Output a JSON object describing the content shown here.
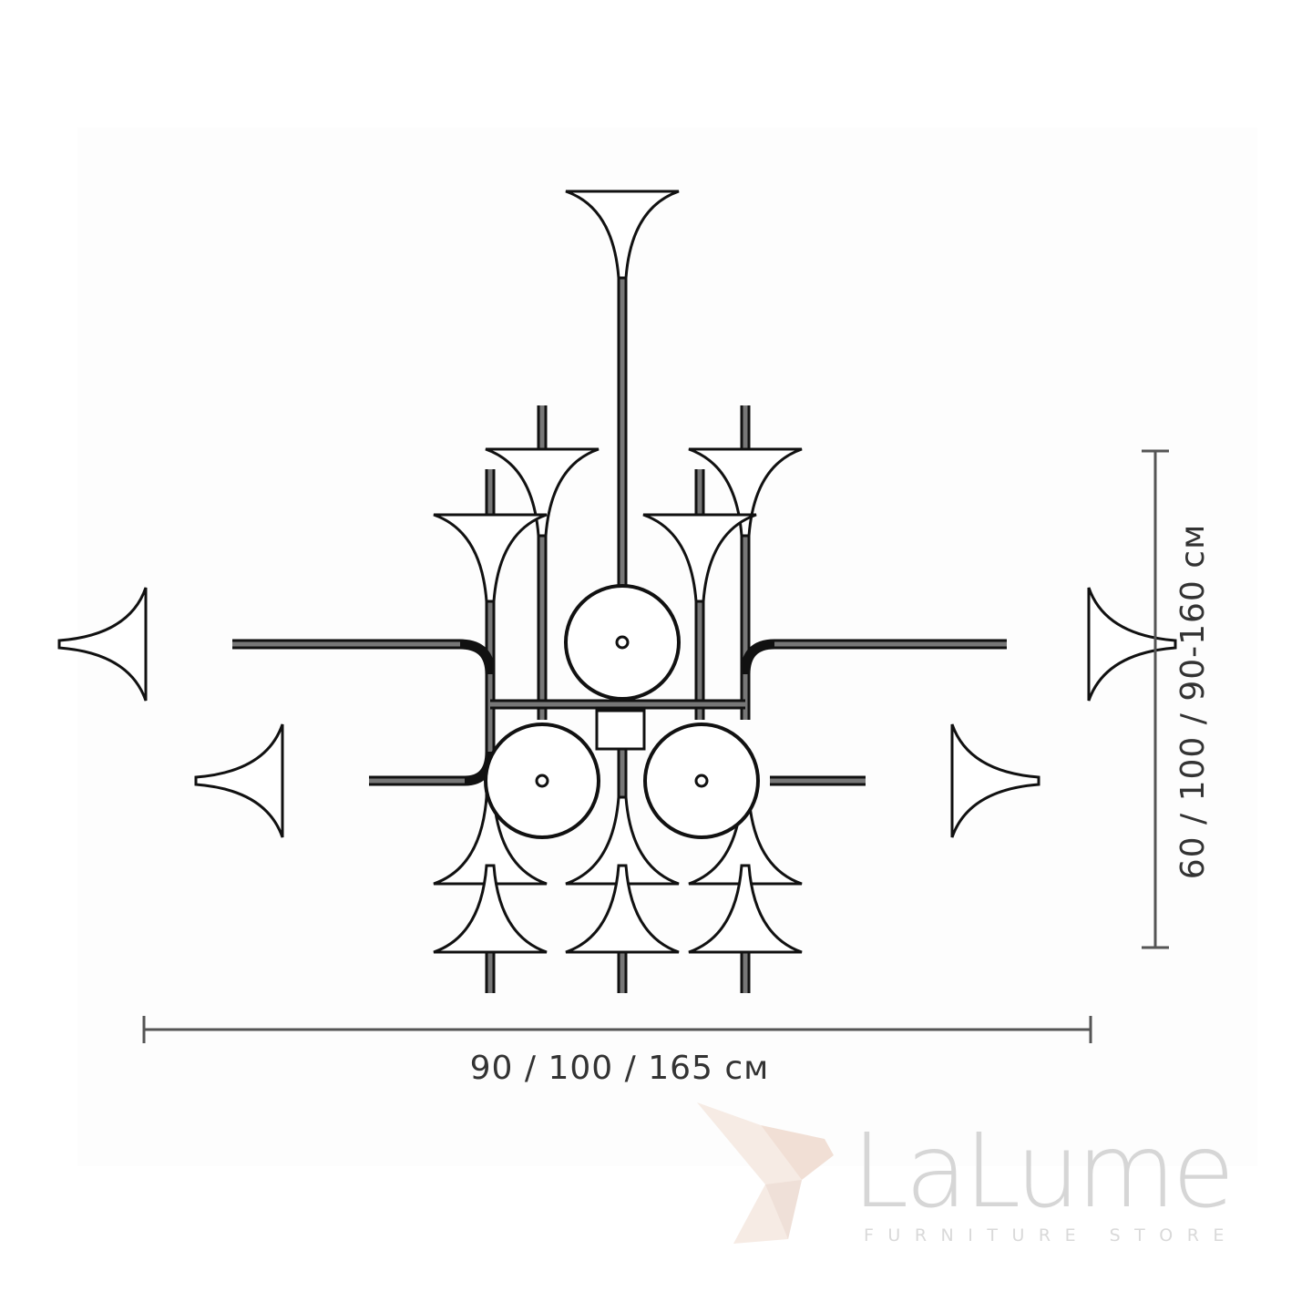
{
  "dimensions": {
    "width_label": "90 / 100 / 165 см",
    "height_label": "60 / 100 / 90-160 см"
  },
  "logo": {
    "name": "LaLume",
    "tagline": "FURNITURE STORE"
  },
  "colors": {
    "line": "#111111",
    "dimension_line": "#555555",
    "logo_text": "#d6d6d6",
    "logo_bird": "#f3e2d8"
  }
}
